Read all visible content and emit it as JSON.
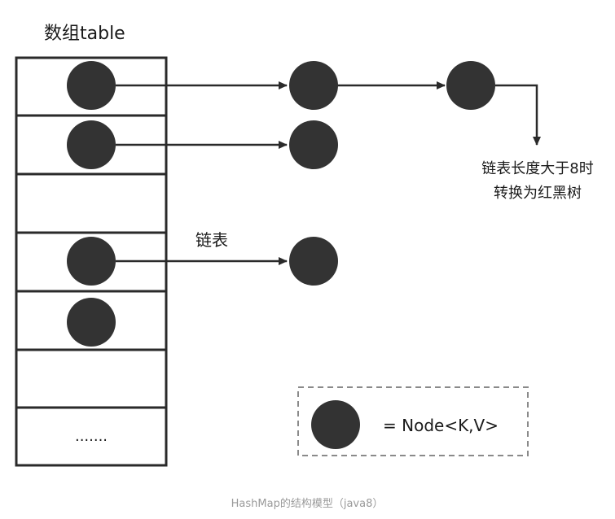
{
  "title": "数组table",
  "chain_label": "链表",
  "treeify_note": {
    "line1": "链表长度大于8时",
    "line2": "转换为红黑树"
  },
  "ellipsis": ".......",
  "legend": {
    "text": "= Node<K,V>"
  },
  "caption": "HashMap的结构模型（java8）",
  "colors": {
    "node_fill": "#333333",
    "stroke": "#2a2a2a",
    "legend_border": "#8a8a8a",
    "caption": "#9a9a9a"
  }
}
